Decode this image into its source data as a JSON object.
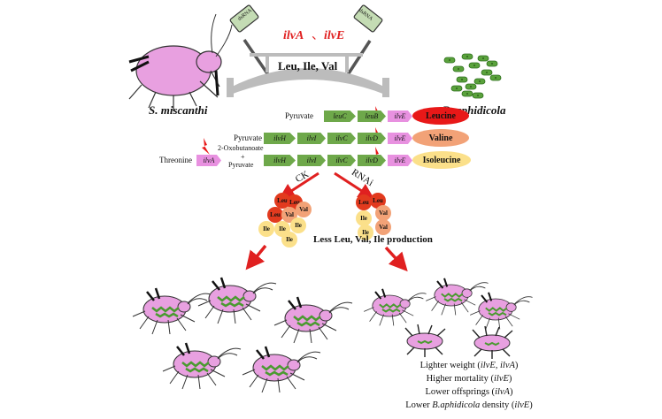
{
  "top": {
    "hammer_left_label": "dsRNA",
    "hammer_right_label": "dsRNA",
    "genes_ilvA": "ilvA",
    "genes_sep": "、",
    "genes_ilvE": "ilvE",
    "bridge_label": "Leu, Ile, Val"
  },
  "organisms": {
    "aphid": "S. miscanthi",
    "bacteria": "B. aphidicola"
  },
  "pathways": {
    "leucine": {
      "start": "Pyruvate",
      "steps": [
        "leuC",
        "leuB"
      ],
      "final": "ilvE",
      "product": "Leucine"
    },
    "valine": {
      "start": "Pyruvate",
      "steps": [
        "ilvH",
        "ilvI",
        "ilvC",
        "ilvD"
      ],
      "final": "ilvE",
      "product": "Valine"
    },
    "isoleucine": {
      "start": "Threonine",
      "first": "ilvA",
      "intermediate_1": "2-Oxobutanoate",
      "intermediate_plus": "+",
      "intermediate_2": "Pyruvate",
      "steps": [
        "ilvH",
        "ilvI",
        "ilvC",
        "ilvD"
      ],
      "final": "ilvE",
      "product": "Isoleucine"
    }
  },
  "branches": {
    "ck": "CK",
    "rnai": "RNAi"
  },
  "ck_balls": [
    "Leu",
    "Leu",
    "Leu",
    "Val",
    "Val",
    "Ile",
    "Ile",
    "Ile",
    "Ile"
  ],
  "rnai_balls": [
    "Leu",
    "Leu",
    "Val",
    "Ile",
    "Val",
    "Ile"
  ],
  "less_production": "Less Leu, Val, Ile production",
  "results": [
    {
      "text": "Lighter weight (",
      "genes": "ilvE, ilvA",
      "close": ")"
    },
    {
      "text": "Higher mortality (",
      "genes": "ilvE",
      "close": ")"
    },
    {
      "text": "Lower offsprings (",
      "genes": "ilvA",
      "close": ")"
    },
    {
      "text": "Lower ",
      "genes": "B.aphidicola",
      "mid": " density (",
      "genes2": "ilvE",
      "close": ")"
    }
  ],
  "colors": {
    "aphid": "#e8a0e0",
    "enzyme_green": "#6ea84a",
    "enzyme_pink": "#e891e0",
    "leucine": "#e81818",
    "valine": "#f2a277",
    "isoleucine": "#fbe08a",
    "arrow": "#e02020",
    "bridge": "#bcbcbc",
    "bacteria": "#5aa23c"
  }
}
